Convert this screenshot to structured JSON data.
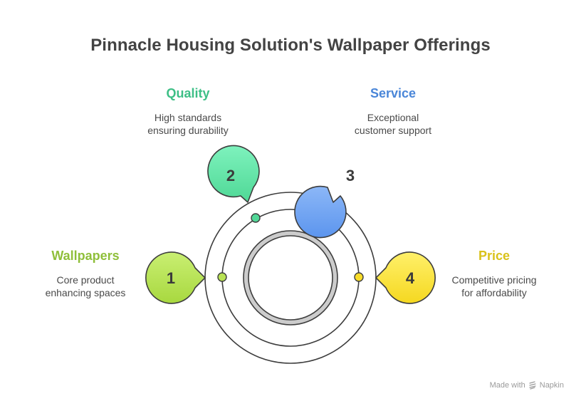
{
  "title": "Pinnacle Housing Solution's Wallpaper Offerings",
  "items": [
    {
      "number": "1",
      "label": "Wallpapers",
      "description_line1": "Core product",
      "description_line2": "enhancing spaces",
      "color": "#8fbf3a",
      "fill_top": "#c9ef72",
      "fill_bottom": "#a8d83f"
    },
    {
      "number": "2",
      "label": "Quality",
      "description_line1": "High standards",
      "description_line2": "ensuring durability",
      "color": "#3dbf86",
      "fill_top": "#7ef2bd",
      "fill_bottom": "#4fd896"
    },
    {
      "number": "3",
      "label": "Service",
      "description_line1": "Exceptional",
      "description_line2": "customer support",
      "color": "#4a86d8",
      "fill_top": "#8cb7f7",
      "fill_bottom": "#5c95ee"
    },
    {
      "number": "4",
      "label": "Price",
      "description_line1": "Competitive pricing",
      "description_line2": "for affordability",
      "color": "#d9c21a",
      "fill_top": "#fff06a",
      "fill_bottom": "#f5d820"
    }
  ],
  "footer": {
    "made_with": "Made with",
    "brand": "Napkin",
    "icon": "napkin-logo-icon"
  },
  "colors": {
    "outline": "#3d3d3d",
    "ring_fill": "#cccccc",
    "title": "#434343",
    "text": "#4a4a4a"
  }
}
